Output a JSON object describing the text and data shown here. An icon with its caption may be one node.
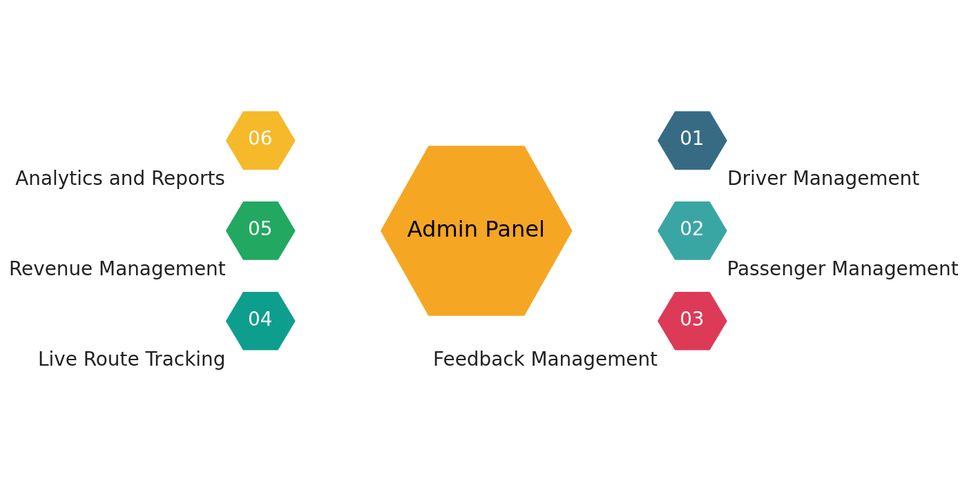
{
  "diagram": {
    "nodes": [
      {
        "text": [
          "06"
        ],
        "beside": [
          "Analytics and Reports"
        ]
      },
      {
        "text": [
          "01"
        ],
        "beside": [
          "Driver Management"
        ]
      },
      {
        "text": [
          "05"
        ],
        "beside": [
          "Revenue Management"
        ]
      },
      {
        "text": [
          "Admin Panel"
        ]
      },
      {
        "text": [
          "02"
        ],
        "beside": [
          "Passenger Management"
        ]
      },
      {
        "text": [
          "04"
        ],
        "beside": [
          "Live Route Tracking"
        ]
      },
      {
        "text": [
          "03"
        ],
        "beside": [
          "Feedback Management"
        ]
      }
    ],
    "edges": []
  }
}
